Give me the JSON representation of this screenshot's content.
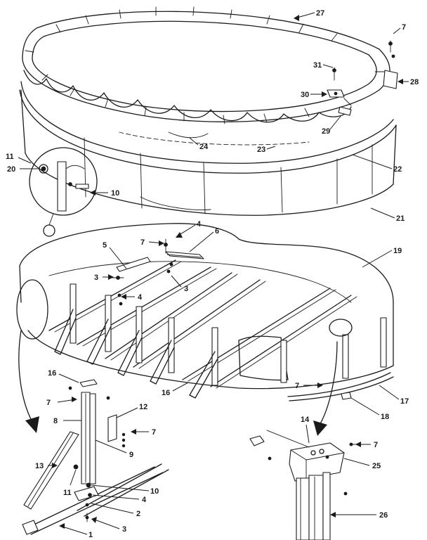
{
  "diagram": {
    "part_labels": {
      "p1": "1",
      "p2": "2",
      "p3": "3",
      "p4": "4",
      "p5": "5",
      "p6": "6",
      "p7": "7",
      "p8": "8",
      "p9": "9",
      "p10": "10",
      "p11": "11",
      "p12": "12",
      "p13": "13",
      "p14": "14",
      "p16": "16",
      "p17": "17",
      "p18": "18",
      "p19": "19",
      "p20": "20",
      "p21": "21",
      "p22": "22",
      "p23": "23",
      "p24": "24",
      "p25": "25",
      "p26": "26",
      "p27": "27",
      "p28": "28",
      "p29": "29",
      "p30": "30",
      "p31": "31"
    }
  }
}
